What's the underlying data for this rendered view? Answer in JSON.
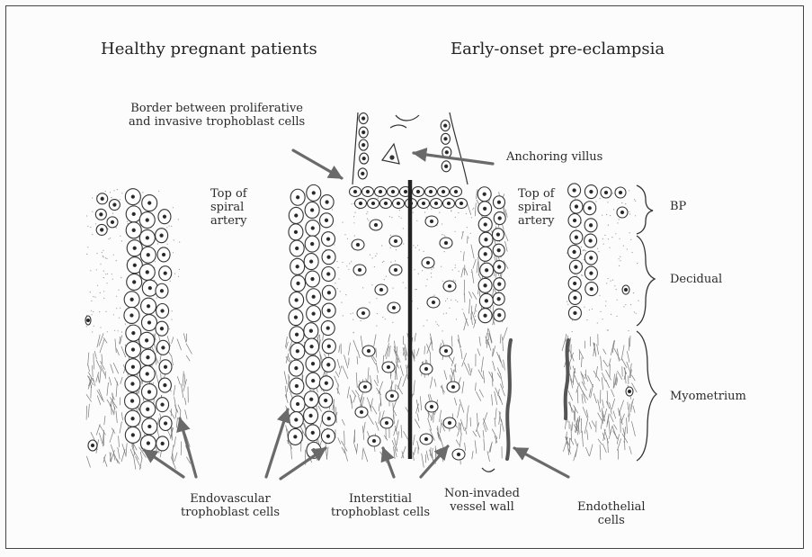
{
  "titles": {
    "left": "Healthy pregnant patients",
    "right": "Early-onset pre-eclampsia"
  },
  "labels": {
    "border": "Border between proliferative\nand invasive trophoblast cells",
    "anchoring_villus": "Anchoring villus",
    "top_spiral_left": "Top of\nspiral\nartery",
    "top_spiral_right": "Top of\nspiral\nartery",
    "bp": "BP",
    "decidual": "Decidual",
    "myometrium": "Myometrium",
    "endovascular": "Endovascular\ntrophoblast cells",
    "interstitial": "Interstitial\ntrophoblast cells",
    "non_invaded": "Non-invaded\nvessel wall",
    "endothelial": "Endothelial\ncells"
  },
  "colors": {
    "ink": "#2a2a2a",
    "arrow": "#6a6a6a",
    "frame": "#444444"
  }
}
